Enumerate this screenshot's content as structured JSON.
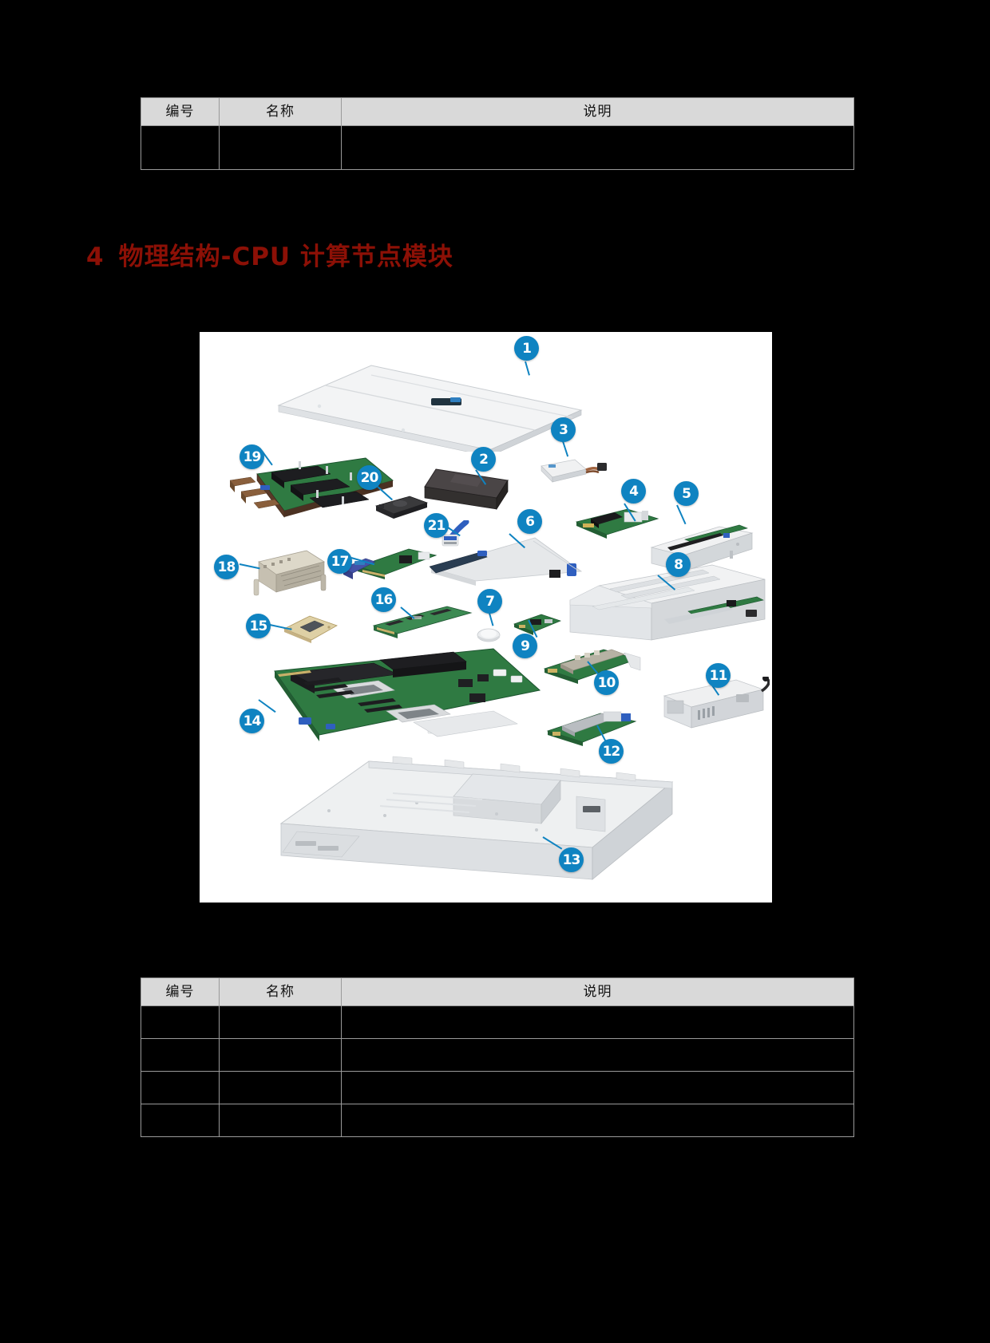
{
  "document": {
    "heading": {
      "number": "4",
      "text": "物理结构-CPU 计算节点模块"
    },
    "accent_red": "#8c1006",
    "callout_blue": "#0f83c1",
    "header_bg": "#d9d9d9"
  },
  "table_columns": {
    "no": "编号",
    "name": "名称",
    "desc": "说明"
  },
  "top_table": {
    "headers": [
      "编号",
      "名称",
      "说明"
    ],
    "rows": [
      [
        "",
        "",
        ""
      ]
    ]
  },
  "bottom_table": {
    "headers": [
      "编号",
      "名称",
      "说明"
    ],
    "rows": [
      [
        "",
        "",
        ""
      ],
      [
        "",
        "",
        ""
      ],
      [
        "",
        "",
        ""
      ],
      [
        "",
        "",
        ""
      ]
    ]
  },
  "figure": {
    "name": "cpu-compute-node-exploded-view",
    "callouts": [
      {
        "id": "1",
        "label": "1",
        "part": "top-cover"
      },
      {
        "id": "2",
        "label": "2",
        "part": "air-duct"
      },
      {
        "id": "3",
        "label": "3",
        "part": "battery-module-cable"
      },
      {
        "id": "4",
        "label": "4",
        "part": "mezzanine-card"
      },
      {
        "id": "5",
        "label": "5",
        "part": "riser-cage-assembly"
      },
      {
        "id": "6",
        "label": "6",
        "part": "riser-bracket"
      },
      {
        "id": "7",
        "label": "7",
        "part": "coin-cell-battery"
      },
      {
        "id": "8",
        "label": "8",
        "part": "drive-cage"
      },
      {
        "id": "9",
        "label": "9",
        "part": "small-pcb-module"
      },
      {
        "id": "10",
        "label": "10",
        "part": "pcie-adapter-card"
      },
      {
        "id": "11",
        "label": "11",
        "part": "power-supply-unit"
      },
      {
        "id": "12",
        "label": "12",
        "part": "network-adapter-card"
      },
      {
        "id": "13",
        "label": "13",
        "part": "chassis"
      },
      {
        "id": "14",
        "label": "14",
        "part": "mainboard"
      },
      {
        "id": "15",
        "label": "15",
        "part": "cpu-processor"
      },
      {
        "id": "16",
        "label": "16",
        "part": "memory-dimm"
      },
      {
        "id": "17",
        "label": "17",
        "part": "raid-controller-card"
      },
      {
        "id": "18",
        "label": "18",
        "part": "cpu-heatsink"
      },
      {
        "id": "19",
        "label": "19",
        "part": "power-distribution-board"
      },
      {
        "id": "20",
        "label": "20",
        "part": "plastic-bracket"
      },
      {
        "id": "21",
        "label": "21",
        "part": "flex-cable"
      }
    ]
  }
}
